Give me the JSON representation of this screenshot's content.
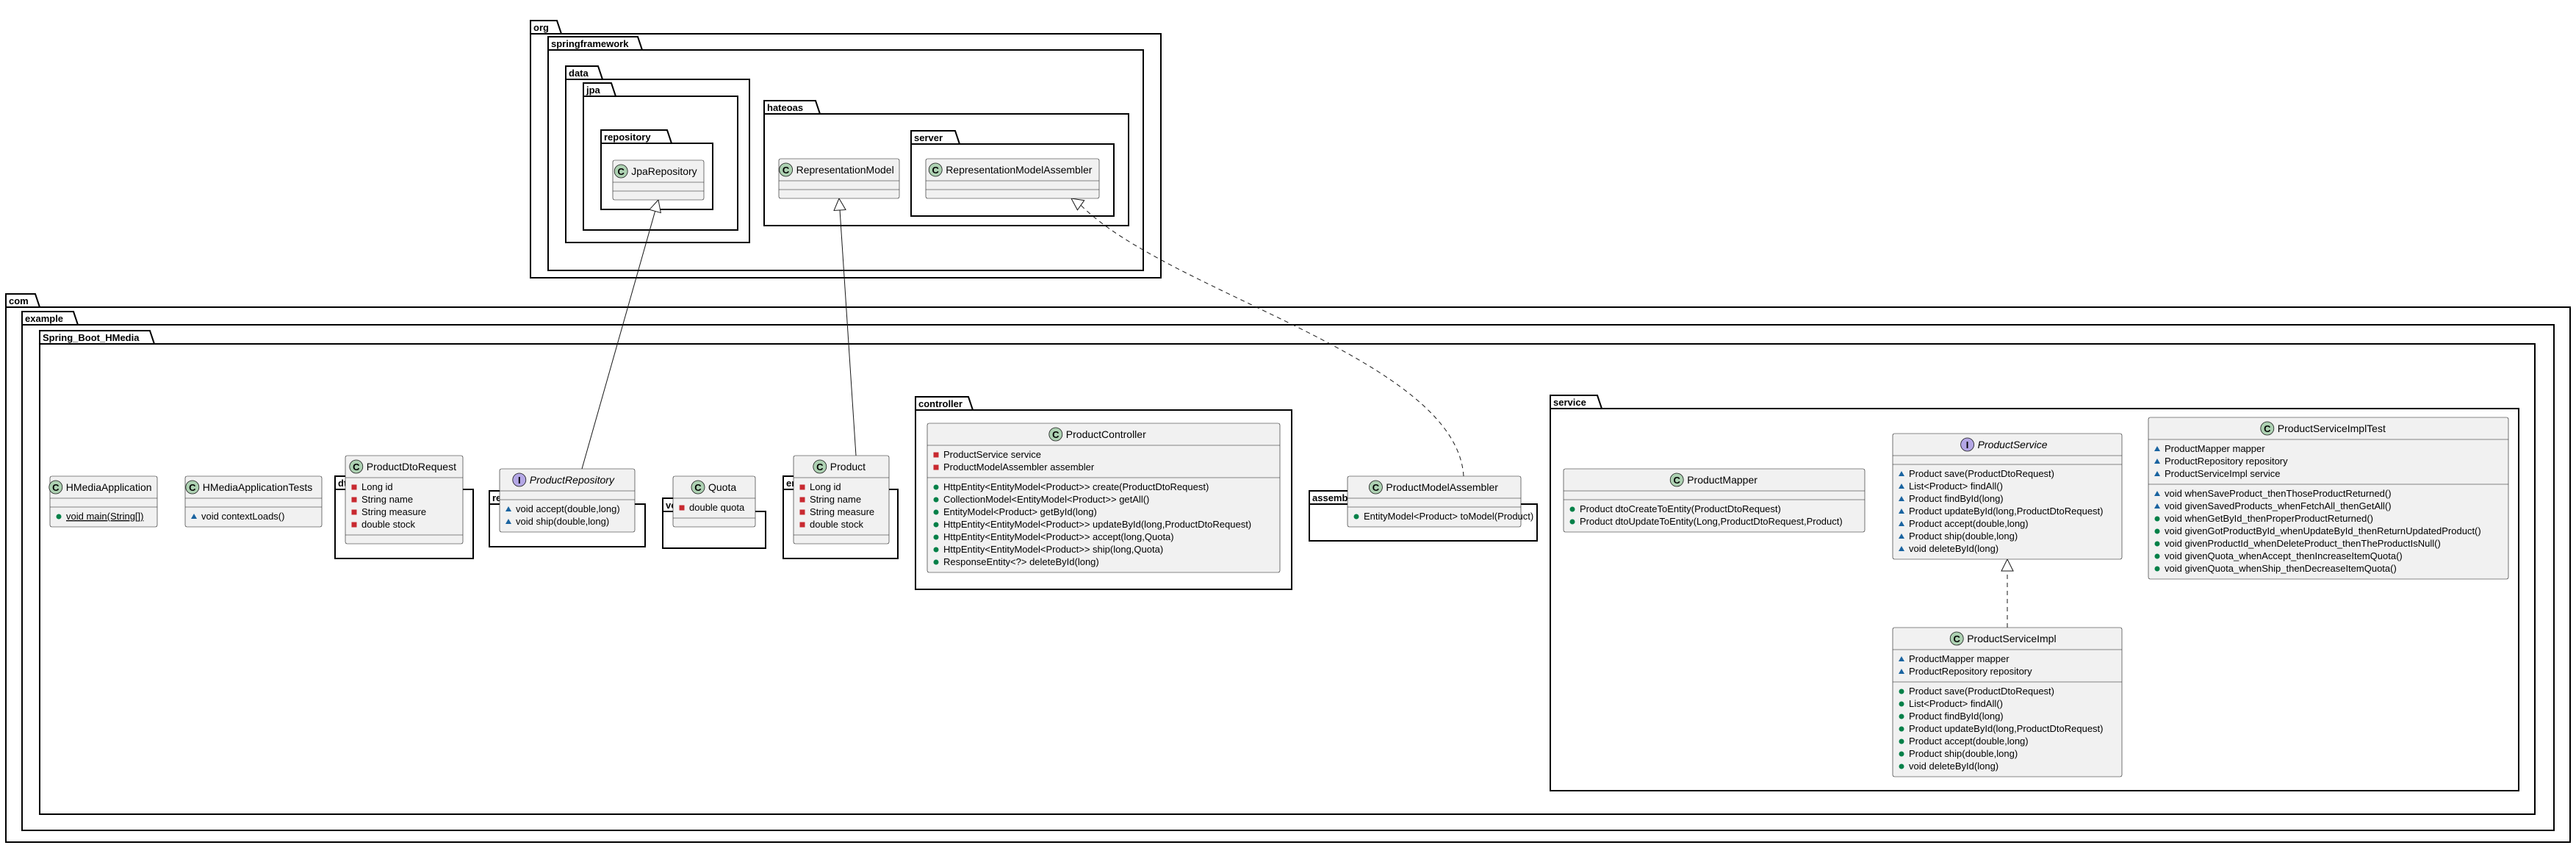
{
  "colors": {
    "class_fill": "#F1F1F1",
    "class_stroke": "#181818",
    "class_badge": "#ADD1B2",
    "interface_badge": "#B4A7E5",
    "private_marker": "#C82930",
    "public_marker": "#038048",
    "package_marker": "#1963A0",
    "protected_marker": "#B38D22"
  },
  "packages": {
    "org": "org",
    "springframework": "springframework",
    "data": "data",
    "jpa": "jpa",
    "repository_ext": "repository",
    "hateoas": "hateoas",
    "server": "server",
    "com": "com",
    "example": "example",
    "spring_boot_hmedia": "Spring_Boot_HMedia",
    "dto": "dto",
    "repository": "repository",
    "vo": "vo",
    "entity": "entity",
    "controller": "controller",
    "assembler": "assembler",
    "service": "service"
  },
  "classes": {
    "jpa_repository": {
      "badge": "C",
      "name": "JpaRepository",
      "members": []
    },
    "representation_model": {
      "badge": "C",
      "name": "RepresentationModel",
      "members": []
    },
    "representation_model_assembler": {
      "badge": "C",
      "name": "RepresentationModelAssembler",
      "members": []
    },
    "hmedia_application": {
      "badge": "C",
      "name": "HMediaApplication",
      "members": [
        {
          "vis": "+",
          "text": "void main(String[])"
        }
      ]
    },
    "hmedia_application_tests": {
      "badge": "C",
      "name": "HMediaApplicationTests",
      "members": [
        {
          "vis": "~",
          "text": "void contextLoads()"
        }
      ]
    },
    "product_dto_request": {
      "badge": "C",
      "name": "ProductDtoRequest",
      "members": [
        {
          "vis": "-",
          "text": "Long id"
        },
        {
          "vis": "-",
          "text": "String name"
        },
        {
          "vis": "-",
          "text": "String measure"
        },
        {
          "vis": "-",
          "text": "double stock"
        }
      ]
    },
    "product_repository": {
      "badge": "I",
      "name": "ProductRepository",
      "members": [
        {
          "vis": "~",
          "text": "void accept(double,long)"
        },
        {
          "vis": "~",
          "text": "void ship(double,long)"
        }
      ]
    },
    "quota": {
      "badge": "C",
      "name": "Quota",
      "members": [
        {
          "vis": "-",
          "text": "double quota"
        }
      ]
    },
    "product": {
      "badge": "C",
      "name": "Product",
      "members": [
        {
          "vis": "-",
          "text": "Long id"
        },
        {
          "vis": "-",
          "text": "String name"
        },
        {
          "vis": "-",
          "text": "String measure"
        },
        {
          "vis": "-",
          "text": "double stock"
        }
      ]
    },
    "product_controller": {
      "badge": "C",
      "name": "ProductController",
      "fields": [
        {
          "vis": "-",
          "text": "ProductService service"
        },
        {
          "vis": "-",
          "text": "ProductModelAssembler assembler"
        }
      ],
      "methods": [
        {
          "vis": "+",
          "text": "HttpEntity<EntityModel<Product>> create(ProductDtoRequest)"
        },
        {
          "vis": "+",
          "text": "CollectionModel<EntityModel<Product>> getAll()"
        },
        {
          "vis": "+",
          "text": "EntityModel<Product> getById(long)"
        },
        {
          "vis": "+",
          "text": "HttpEntity<EntityModel<Product>> updateById(long,ProductDtoRequest)"
        },
        {
          "vis": "+",
          "text": "HttpEntity<EntityModel<Product>> accept(long,Quota)"
        },
        {
          "vis": "+",
          "text": "HttpEntity<EntityModel<Product>> ship(long,Quota)"
        },
        {
          "vis": "+",
          "text": "ResponseEntity<?> deleteById(long)"
        }
      ]
    },
    "product_model_assembler": {
      "badge": "C",
      "name": "ProductModelAssembler",
      "members": [
        {
          "vis": "+",
          "text": "EntityModel<Product> toModel(Product)"
        }
      ]
    },
    "product_mapper": {
      "badge": "C",
      "name": "ProductMapper",
      "members": [
        {
          "vis": "+",
          "text": "Product dtoCreateToEntity(ProductDtoRequest)"
        },
        {
          "vis": "+",
          "text": "Product dtoUpdateToEntity(Long,ProductDtoRequest,Product)"
        }
      ]
    },
    "product_service": {
      "badge": "I",
      "name": "ProductService",
      "members": [
        {
          "vis": "~",
          "text": "Product save(ProductDtoRequest)"
        },
        {
          "vis": "~",
          "text": "List<Product> findAll()"
        },
        {
          "vis": "~",
          "text": "Product findById(long)"
        },
        {
          "vis": "~",
          "text": "Product updateById(long,ProductDtoRequest)"
        },
        {
          "vis": "~",
          "text": "Product accept(double,long)"
        },
        {
          "vis": "~",
          "text": "Product ship(double,long)"
        },
        {
          "vis": "~",
          "text": "void deleteById(long)"
        }
      ]
    },
    "product_service_impl": {
      "badge": "C",
      "name": "ProductServiceImpl",
      "fields": [
        {
          "vis": "~",
          "text": "ProductMapper mapper"
        },
        {
          "vis": "~",
          "text": "ProductRepository repository"
        }
      ],
      "methods": [
        {
          "vis": "+",
          "text": "Product save(ProductDtoRequest)"
        },
        {
          "vis": "+",
          "text": "List<Product> findAll()"
        },
        {
          "vis": "+",
          "text": "Product findById(long)"
        },
        {
          "vis": "+",
          "text": "Product updateById(long,ProductDtoRequest)"
        },
        {
          "vis": "+",
          "text": "Product accept(double,long)"
        },
        {
          "vis": "+",
          "text": "Product ship(double,long)"
        },
        {
          "vis": "+",
          "text": "void deleteById(long)"
        }
      ]
    },
    "product_service_impl_test": {
      "badge": "C",
      "name": "ProductServiceImplTest",
      "fields": [
        {
          "vis": "~",
          "text": "ProductMapper mapper"
        },
        {
          "vis": "~",
          "text": "ProductRepository repository"
        },
        {
          "vis": "~",
          "text": "ProductServiceImpl service"
        }
      ],
      "methods": [
        {
          "vis": "~",
          "text": "void whenSaveProduct_thenThoseProductReturned()"
        },
        {
          "vis": "~",
          "text": "void givenSavedProducts_whenFetchAll_thenGetAll()"
        },
        {
          "vis": "+",
          "text": "void whenGetById_thenProperProductReturned()"
        },
        {
          "vis": "+",
          "text": "void givenGotProductById_whenUpdateById_thenReturnUpdatedProduct()"
        },
        {
          "vis": "+",
          "text": "void givenProductId_whenDeleteProduct_thenTheProductIsNull()"
        },
        {
          "vis": "+",
          "text": "void givenQuota_whenAccept_thenIncreaseItemQuota()"
        },
        {
          "vis": "+",
          "text": "void givenQuota_whenShip_thenDecreaseItemQuota()"
        }
      ]
    }
  }
}
